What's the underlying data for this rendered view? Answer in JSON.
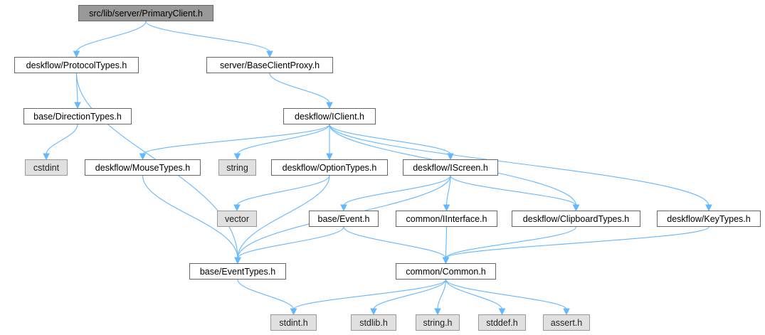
{
  "graph": {
    "edge_color": "#63b8ff",
    "root_fill": "#999999",
    "file_fill": "#ffffff",
    "system_fill": "#e0e0e0",
    "nodes": {
      "root": "src/lib/server/PrimaryClient.h",
      "protocol_types": "deskflow/ProtocolTypes.h",
      "base_client_proxy": "server/BaseClientProxy.h",
      "direction_types": "base/DirectionTypes.h",
      "iclient": "deskflow/IClient.h",
      "cstdint": "cstdint",
      "mouse_types": "deskflow/MouseTypes.h",
      "string": "string",
      "option_types": "deskflow/OptionTypes.h",
      "iscreen": "deskflow/IScreen.h",
      "vector": "vector",
      "base_event": "base/Event.h",
      "iinterface": "common/IInterface.h",
      "clipboard_types": "deskflow/ClipboardTypes.h",
      "key_types": "deskflow/KeyTypes.h",
      "event_types": "base/EventTypes.h",
      "common": "common/Common.h",
      "stdint": "stdint.h",
      "stdlib": "stdlib.h",
      "string_h": "string.h",
      "stddef": "stddef.h",
      "assert": "assert.h"
    },
    "edges": [
      [
        "root",
        "protocol_types"
      ],
      [
        "root",
        "base_client_proxy"
      ],
      [
        "protocol_types",
        "direction_types"
      ],
      [
        "protocol_types",
        "event_types"
      ],
      [
        "direction_types",
        "cstdint"
      ],
      [
        "base_client_proxy",
        "iclient"
      ],
      [
        "iclient",
        "mouse_types"
      ],
      [
        "iclient",
        "string"
      ],
      [
        "iclient",
        "option_types"
      ],
      [
        "iclient",
        "iscreen"
      ],
      [
        "iclient",
        "clipboard_types"
      ],
      [
        "iclient",
        "key_types"
      ],
      [
        "mouse_types",
        "event_types"
      ],
      [
        "option_types",
        "event_types"
      ],
      [
        "option_types",
        "vector"
      ],
      [
        "iscreen",
        "event_types"
      ],
      [
        "iscreen",
        "base_event"
      ],
      [
        "iscreen",
        "iinterface"
      ],
      [
        "iscreen",
        "clipboard_types"
      ],
      [
        "base_event",
        "event_types"
      ],
      [
        "base_event",
        "common"
      ],
      [
        "iinterface",
        "common"
      ],
      [
        "clipboard_types",
        "common"
      ],
      [
        "key_types",
        "common"
      ],
      [
        "event_types",
        "stdint"
      ],
      [
        "common",
        "stdint"
      ],
      [
        "common",
        "stdlib"
      ],
      [
        "common",
        "string_h"
      ],
      [
        "common",
        "stddef"
      ],
      [
        "common",
        "assert"
      ]
    ]
  }
}
